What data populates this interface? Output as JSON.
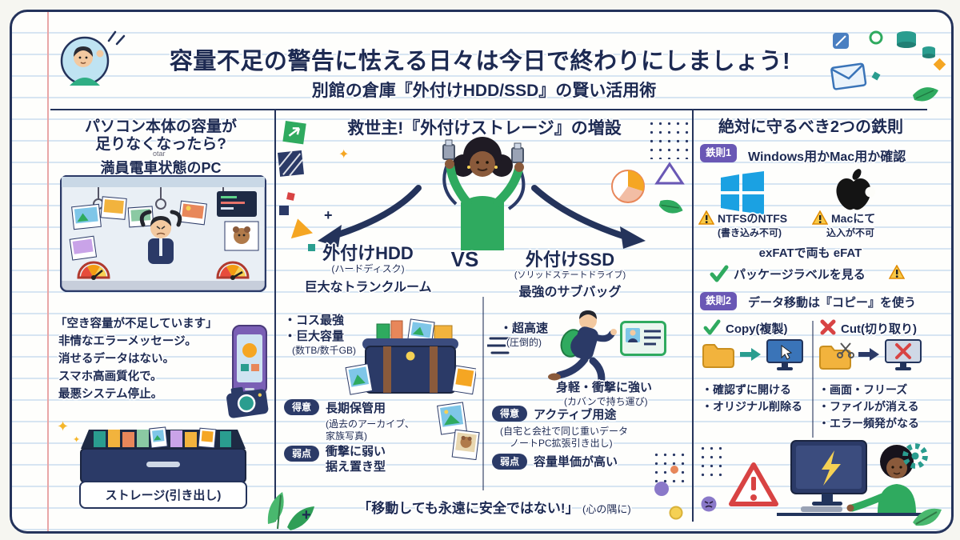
{
  "colors": {
    "navy": "#1d2a52",
    "purple": "#6a58b5",
    "green": "#2faa5f",
    "red": "#d84343",
    "teal": "#2a9d8f",
    "orange": "#f5a623",
    "windows_blue": "#1ba1e2"
  },
  "icons": {
    "check-icon": "✔",
    "cross-icon": "✖",
    "warning-icon": "⚠",
    "scissors-icon": "✂",
    "gear-icon": "⚙",
    "sparkle-icon": "✦",
    "plus-icon": "+"
  },
  "header": {
    "title": "容量不足の警告に怯える日々は今日で終わりにしましょう!",
    "subtitle": "別館の倉庫『外付けHDD/SSD』の賢い活用術"
  },
  "left": {
    "heading_line1": "パソコン本体の容量が",
    "heading_line2": "足りなくなったら?",
    "note": "otar",
    "subheading": "満員電車状態のPC",
    "error_lines": [
      "「空き容量が不足しています」",
      "非情なエラーメッセージ。",
      "消せるデータはない。",
      "スマホ高画質化で。",
      "最悪システム停止。"
    ],
    "drawer_label": "ストレージ(引き出し)"
  },
  "middle": {
    "heading": "救世主!『外付けストレージ』の増設",
    "vs": "VS",
    "hdd": {
      "title": "外付けHDD",
      "subtitle": "(ハードディスク)",
      "tagline": "巨大なトランクルーム",
      "bullet1": "・コス最強",
      "bullet2": "・巨大容量",
      "bullet2_note": "(数TB/数千GB)",
      "strength_badge": "得意",
      "strength_title": "長期保管用",
      "strength_note1": "(過去のアーカイブ、",
      "strength_note2": "家族写真)",
      "weakness_badge": "弱点",
      "weakness_line1": "衝撃に弱い",
      "weakness_line2": "据え置き型"
    },
    "ssd": {
      "title": "外付けSSD",
      "subtitle": "(ソリッドステートドライブ)",
      "tagline": "最強のサブバッグ",
      "bullet1": "・超高速",
      "bullet1_note": "(圧倒的)",
      "feature": "身軽・衝撃に強い",
      "feature_note": "(カバンで持ち運び)",
      "strength_badge": "得意",
      "strength_title": "アクティブ用途",
      "strength_note1": "(自宅と会社で同じ重いデータ",
      "strength_note2": "ノートPC拡張引き出し)",
      "weakness_badge": "弱点",
      "weakness_line1": "容量単価が高い"
    },
    "footer_main": "「移動しても永遠に安全ではない!」",
    "footer_note": "(心の隅に)"
  },
  "right": {
    "heading": "絶対に守るべき2つの鉄則",
    "rule1": {
      "badge": "鉄則1",
      "title": "Windows用かMac用か確認",
      "ntfs_line1": "NTFSのNTFS",
      "ntfs_line2": "(書き込み不可)",
      "mac_line1": "Macにて",
      "mac_line2": "込入が不可",
      "exfat_line": "exFATで両も eFAT",
      "label_tip": "パッケージラベルを見る"
    },
    "rule2": {
      "badge": "鉄則2",
      "title": "データ移動は『コピー』を使う",
      "copy_label": "Copy(複製)",
      "cut_label": "Cut(切り取り)",
      "copy_bullets": [
        "・確認ずに開ける",
        "・オリジナル削除る"
      ],
      "cut_bullets": [
        "・画面・フリーズ",
        "・ファイルが消える",
        "・エラー頻発がなる"
      ]
    }
  }
}
